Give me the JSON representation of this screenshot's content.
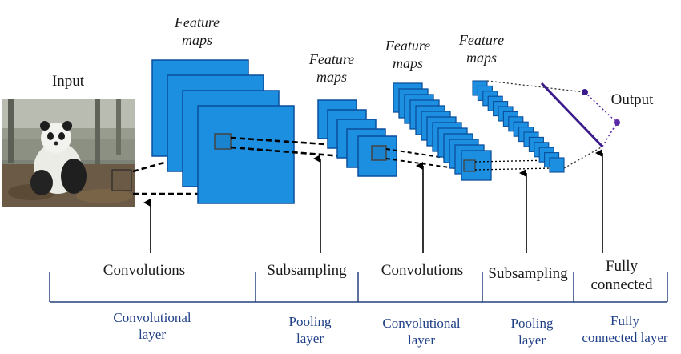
{
  "input_label": "Input",
  "output_label": "Output",
  "feature_maps": [
    {
      "line1": "Feature",
      "line2": "maps"
    },
    {
      "line1": "Feature",
      "line2": "maps"
    },
    {
      "line1": "Feature",
      "line2": "maps"
    },
    {
      "line1": "Feature",
      "line2": "maps"
    }
  ],
  "operations": [
    {
      "label": "Convolutions"
    },
    {
      "label": "Subsampling"
    },
    {
      "label": "Convolutions"
    },
    {
      "label": "Subsampling"
    },
    {
      "line1": "Fully",
      "line2": "connected"
    }
  ],
  "layers": [
    {
      "line1": "Convolutional",
      "line2": "layer"
    },
    {
      "line1": "Pooling",
      "line2": "layer"
    },
    {
      "line1": "Convolutional",
      "line2": "layer"
    },
    {
      "line1": "Pooling",
      "line2": "layer"
    },
    {
      "line1": "Fully",
      "line2": "connected layer"
    }
  ],
  "colors": {
    "map_fill": "#1d8fe0",
    "map_stroke": "#0a4f9c",
    "layer_text": "#1f3f87",
    "output_line": "#3a1a8c"
  }
}
